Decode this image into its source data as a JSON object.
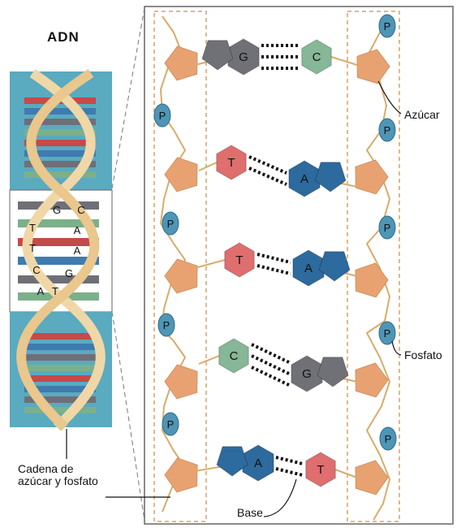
{
  "title": "ADN",
  "labels": {
    "azucar": "Azúcar",
    "fosfato": "Fosfato",
    "cadena_line1": "Cadena de",
    "cadena_line2": "azúcar y fosfato",
    "base": "Base"
  },
  "phosphate_symbol": "P",
  "base_pairs": [
    {
      "left": "G",
      "right": "C"
    },
    {
      "left": "T",
      "right": "A"
    },
    {
      "left": "T",
      "right": "A"
    },
    {
      "left": "C",
      "right": "G"
    },
    {
      "left": "A",
      "right": "T"
    }
  ],
  "helix_letters": [
    "G",
    "C",
    "T",
    "A",
    "T",
    "A",
    "C",
    "G",
    "A",
    "T"
  ],
  "colors": {
    "sugar": "#e8a272",
    "phosphate": "#4f95b5",
    "G": "#707077",
    "C": "#86b796",
    "T": "#df6e6e",
    "A": "#2d6a9e",
    "backbone": "#d8ac6a",
    "dash_box": "#d8a062",
    "helix_bg": "#5aaac0"
  }
}
